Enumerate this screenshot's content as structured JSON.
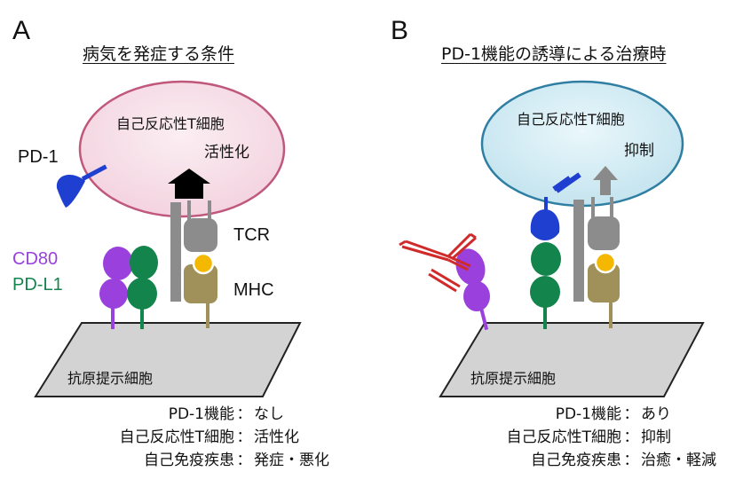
{
  "panel_a": {
    "letter": "A",
    "heading": "病気を発症する条件",
    "cell_label": "自己反応性T細胞",
    "effect_label": "活性化",
    "pd1_label": "PD-1",
    "tcr_label": "TCR",
    "mhc_label": "MHC",
    "cd80_label": "CD80",
    "pdl1_label": "PD-L1",
    "apc_label": "抗原提示細胞",
    "status": [
      {
        "key": "PD-1機能",
        "value": "なし"
      },
      {
        "key": "自己反応性T細胞",
        "value": "活性化"
      },
      {
        "key": "自己免疫疾患",
        "value": "発症・悪化"
      }
    ]
  },
  "panel_b": {
    "letter": "B",
    "heading": "PD-1機能の誘導による治療時",
    "cell_label": "自己反応性T細胞",
    "effect_label": "抑制",
    "apc_label": "抗原提示細胞",
    "status": [
      {
        "key": "PD-1機能",
        "value": "あり"
      },
      {
        "key": "自己反応性T細胞",
        "value": "抑制"
      },
      {
        "key": "自己免疫疾患",
        "value": "治癒・軽減"
      }
    ]
  },
  "status_separator": "：",
  "colors": {
    "cell_a_fill": "#f6dde6",
    "cell_a_stroke": "#c0577c",
    "cell_b_fill": "#d6eef6",
    "cell_b_stroke": "#2f7fa3",
    "pd1_blue": "#1f3fd0",
    "cd80_purple": "#9a40dc",
    "pdl1_green": "#13844c",
    "tcr_gray": "#8c8c8c",
    "mhc_olive": "#a0905a",
    "antigen_yellow": "#f5b800",
    "apc_gray": "#d3d3d3",
    "antibody_red": "#d02a2a",
    "arrow_black": "#000000",
    "arrow_gray": "#8a8a8a"
  }
}
